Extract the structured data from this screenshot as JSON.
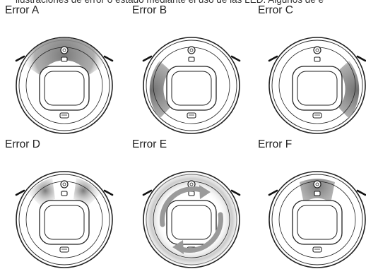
{
  "caption": "ilustraciones de error o estado mediante el uso de las LED. Algunos de e",
  "panels": [
    {
      "label": "Error A",
      "glow": "top-wide"
    },
    {
      "label": "Error B",
      "glow": "left"
    },
    {
      "label": "Error C",
      "glow": "right"
    },
    {
      "label": "Error D",
      "glow": "top-sides"
    },
    {
      "label": "Error E",
      "glow": "rotating"
    },
    {
      "label": "Error F",
      "glow": "top-center"
    }
  ],
  "colors": {
    "outline": "#222222",
    "glow": "#8a8a8a",
    "background": "#ffffff"
  }
}
